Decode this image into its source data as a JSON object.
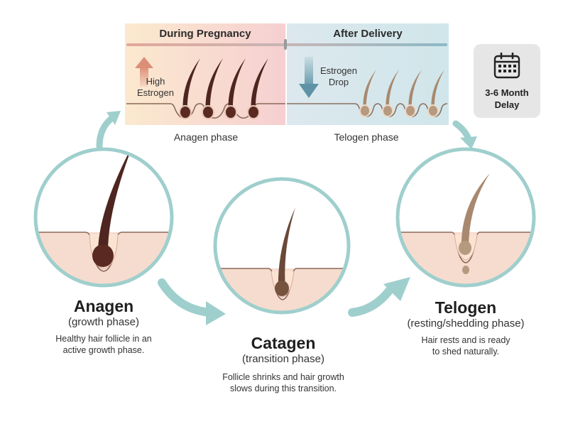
{
  "top_panel": {
    "left_title": "During Pregnancy",
    "right_title": "After Delivery",
    "high_estrogen": [
      "High",
      "Estrogen"
    ],
    "estrogen_drop": [
      "Estrogen",
      "Drop"
    ],
    "left_caption": "Anagen phase",
    "right_caption": "Telogen phase"
  },
  "delay": {
    "icon": "calendar-icon",
    "lines": [
      "3-6 Month",
      "Delay"
    ]
  },
  "stages": {
    "anagen": {
      "title": "Anagen",
      "subtitle": "(growth phase)",
      "desc": [
        "Healthy hair follicle in an",
        "active growth phase."
      ]
    },
    "catagen": {
      "title": "Catagen",
      "subtitle": "(transition phase)",
      "desc": [
        "Follicle shrinks and hair growth",
        "slows during this transition."
      ]
    },
    "telogen": {
      "title": "Telogen",
      "subtitle": "(resting/shedding phase)",
      "desc": [
        "Hair rests and is ready",
        "to shed naturally."
      ]
    }
  },
  "colors": {
    "teal": "#9fcfcd",
    "skin": "#f6dcd0",
    "hair_dark": "#5a2a22",
    "hair_mid": "#7a5a45",
    "hair_light": "#a68a72",
    "pink_panel": "#f9d7d1",
    "blue_panel": "#d6e9ee"
  }
}
